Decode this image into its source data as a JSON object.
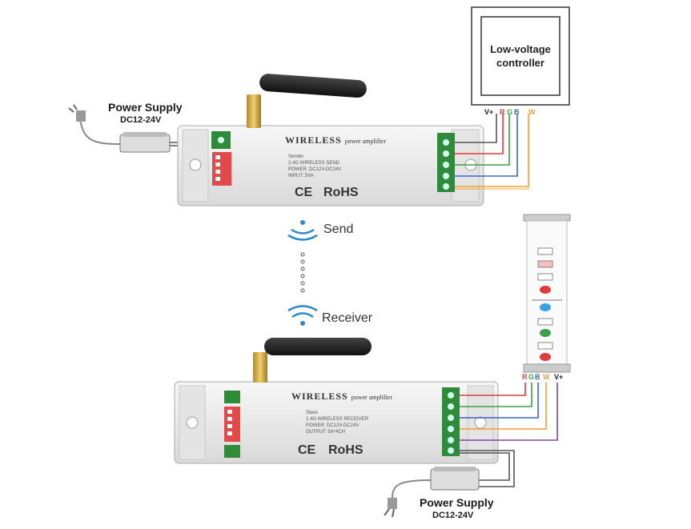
{
  "power_supply_top": {
    "title": "Power Supply",
    "voltage": "DC12-24V"
  },
  "power_supply_bottom": {
    "title": "Power Supply",
    "voltage": "DC12-24V"
  },
  "controller": {
    "line1": "Low-voltage",
    "line2": "controller"
  },
  "sender": {
    "brand": "WIRELESS",
    "brand_sub": "power amplifier",
    "spec_lines": [
      "Sender",
      "2.4G WIRELESS SEND",
      "POWER: DC12V-DC24V",
      "INPUT: 5VA"
    ],
    "cert": "CE",
    "rohs": "RoHS"
  },
  "receiver": {
    "brand": "WIRELESS",
    "brand_sub": "power amplifier",
    "spec_lines": [
      "Slave",
      "2.4G WIRELESS RECEIVER",
      "POWER: DC12V-DC24V",
      "OUTPUT: 5A*4CH"
    ],
    "cert": "CE",
    "rohs": "RoHS"
  },
  "signal": {
    "send": "Send",
    "receiver": "Receiver"
  },
  "wire_labels_top": {
    "vplus": "V+",
    "r": "R",
    "g": "G",
    "b": "B",
    "w": "W"
  },
  "wire_labels_bottom": {
    "r": "R",
    "g": "G",
    "b": "B",
    "w": "W",
    "vplus": "V+"
  },
  "colors": {
    "red": "#e23a3a",
    "green": "#3aa04a",
    "blue": "#3a66c8",
    "orange": "#f0a030",
    "purple": "#7a4a9a",
    "gray": "#555555",
    "case": "#ececec",
    "terminal": "#2f8a3a",
    "dip": "#e24a4a"
  }
}
